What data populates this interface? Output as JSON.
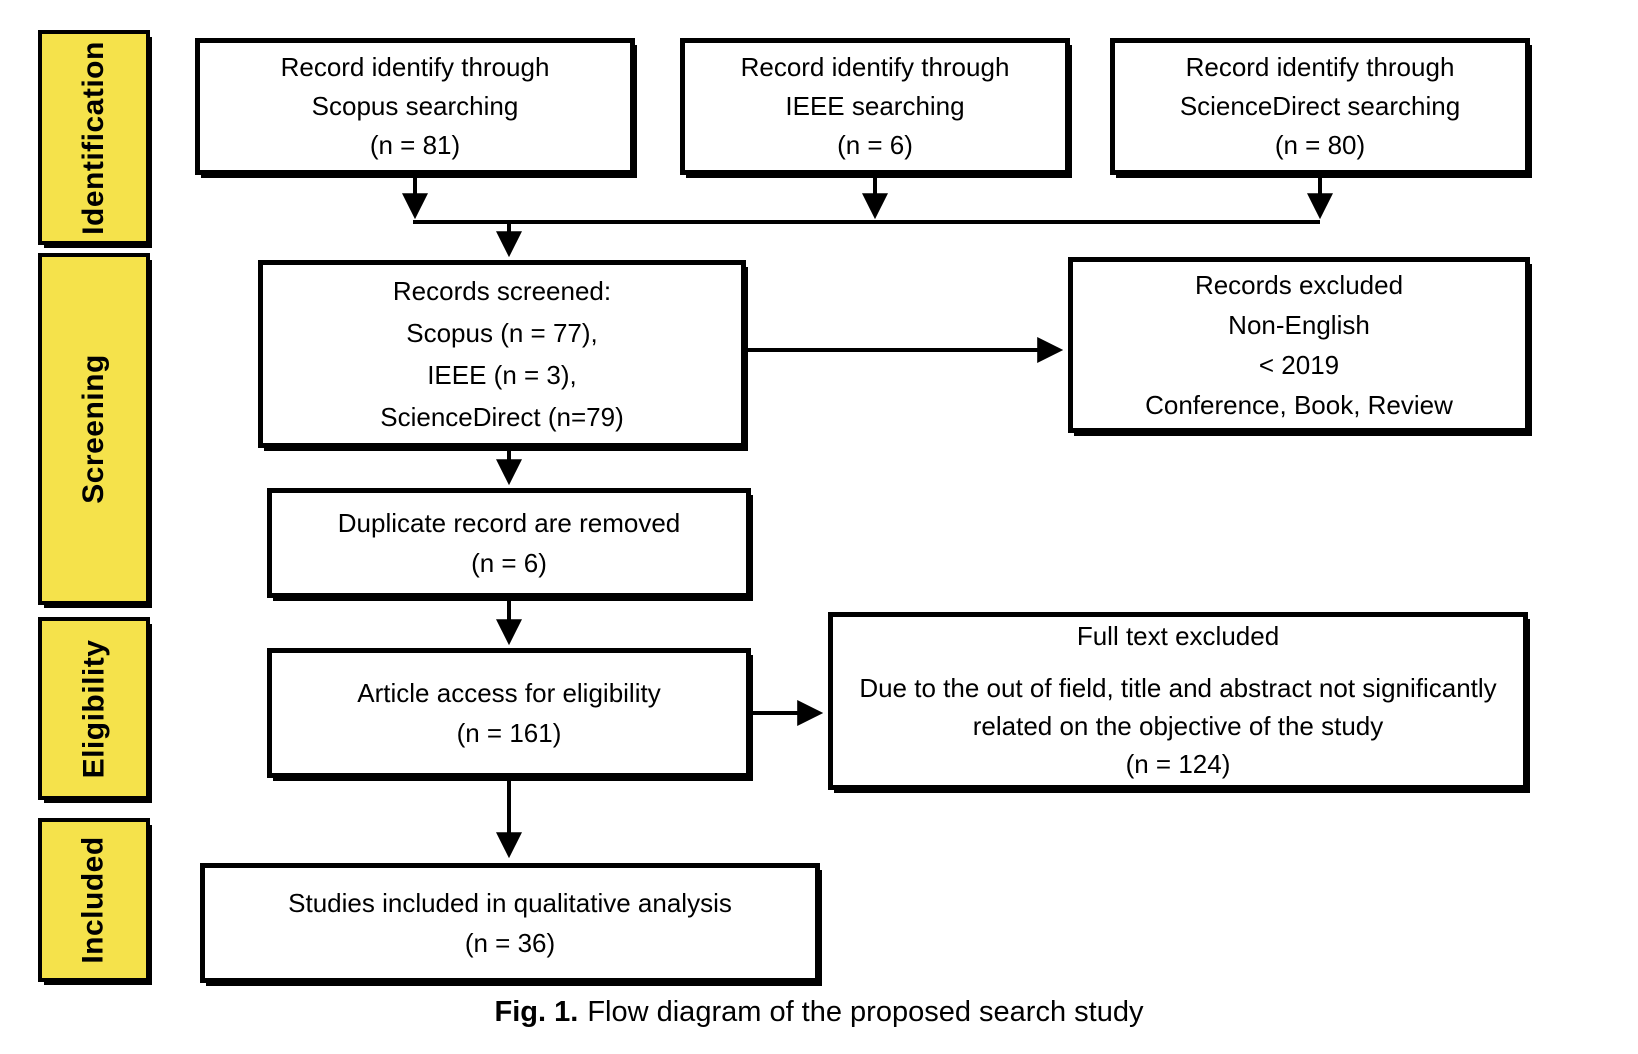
{
  "sidebar": {
    "stages": [
      {
        "label": "Identification"
      },
      {
        "label": "Screening"
      },
      {
        "label": "Eligibility"
      },
      {
        "label": "Included"
      }
    ]
  },
  "boxes": {
    "scopus": {
      "lines": [
        "Record identify through",
        "Scopus searching",
        "(n = 81)"
      ]
    },
    "ieee": {
      "lines": [
        "Record identify through",
        "IEEE searching",
        "(n = 6)"
      ]
    },
    "sciencedirect": {
      "lines": [
        "Record identify through",
        "ScienceDirect searching",
        "(n = 80)"
      ]
    },
    "screened": {
      "lines": [
        "Records screened:",
        "Scopus (n = 77),",
        "IEEE (n = 3),",
        "ScienceDirect (n=79)"
      ]
    },
    "records_excluded": {
      "lines": [
        "Records excluded",
        "Non-English",
        "< 2019",
        "Conference, Book, Review"
      ]
    },
    "duplicates_removed": {
      "lines": [
        "Duplicate record are removed",
        "(n = 6)"
      ]
    },
    "eligibility_access": {
      "lines": [
        "Article access for eligibility",
        "(n = 161)"
      ]
    },
    "fulltext_excluded": {
      "title": "Full text excluded",
      "body": "Due to the out of field, title and abstract not significantly related on the objective of the study",
      "count": "(n = 124)"
    },
    "included": {
      "lines": [
        "Studies included in qualitative analysis",
        "(n = 36)"
      ]
    }
  },
  "caption": {
    "prefix": "Fig. 1.",
    "text": "Flow diagram of the proposed search study"
  },
  "colors": {
    "stage_fill": "#F5E24B",
    "box_border": "#000000",
    "arrow": "#000000",
    "background": "#FFFFFF"
  }
}
